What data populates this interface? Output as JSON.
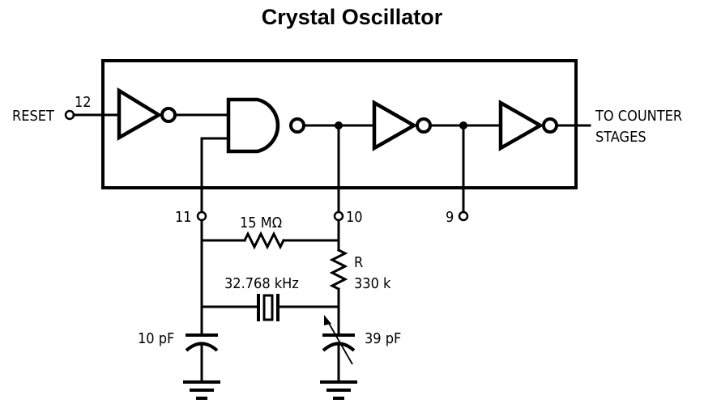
{
  "title": "Crystal Oscillator",
  "pins": {
    "reset_label": "RESET",
    "pin12": "12",
    "pin11": "11",
    "pin10": "10",
    "pin9": "9"
  },
  "output": {
    "line1": "TO COUNTER",
    "line2": "STAGES"
  },
  "components": {
    "feedback_resistor": "15 MΩ",
    "series_resistor_name": "R",
    "series_resistor_value": "330 k",
    "crystal": "32.768 kHz",
    "cap_fixed": "10 pF",
    "cap_trimmer": "39 pF"
  }
}
